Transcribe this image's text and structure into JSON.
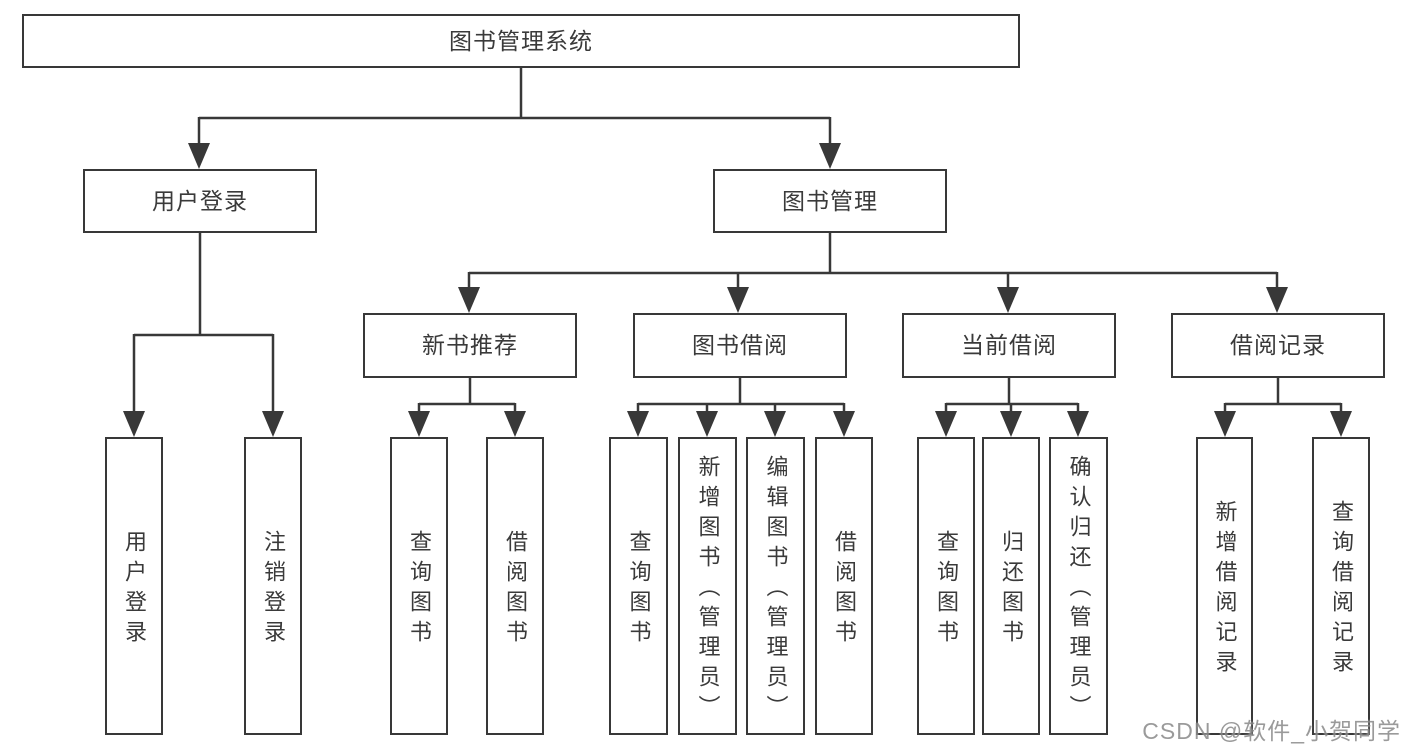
{
  "diagram": {
    "title_node": {
      "label": "图书管理系统"
    },
    "level2": [
      {
        "label": "用户登录"
      },
      {
        "label": "图书管理"
      }
    ],
    "level3": [
      {
        "label": "新书推荐",
        "parent": "图书管理"
      },
      {
        "label": "图书借阅",
        "parent": "图书管理"
      },
      {
        "label": "当前借阅",
        "parent": "图书管理"
      },
      {
        "label": "借阅记录",
        "parent": "图书管理"
      }
    ],
    "leaves": [
      {
        "label": "用户登录",
        "parent": "用户登录"
      },
      {
        "label": "注销登录",
        "parent": "用户登录"
      },
      {
        "label": "查询图书",
        "parent": "新书推荐"
      },
      {
        "label": "借阅图书",
        "parent": "新书推荐"
      },
      {
        "label": "查询图书",
        "parent": "图书借阅"
      },
      {
        "label": "新增图书（管理员）",
        "parent": "图书借阅"
      },
      {
        "label": "编辑图书（管理员）",
        "parent": "图书借阅"
      },
      {
        "label": "借阅图书",
        "parent": "图书借阅"
      },
      {
        "label": "查询图书",
        "parent": "当前借阅"
      },
      {
        "label": "归还图书",
        "parent": "当前借阅"
      },
      {
        "label": "确认归还（管理员）",
        "parent": "当前借阅"
      },
      {
        "label": "新增借阅记录",
        "parent": "借阅记录"
      },
      {
        "label": "查询借阅记录",
        "parent": "借阅记录"
      }
    ],
    "watermark": "CSDN @软件_小贺同学",
    "colors": {
      "line": "#383838",
      "text": "#3a3a3a",
      "background": "#ffffff",
      "watermark": "#7d7d7d"
    }
  }
}
